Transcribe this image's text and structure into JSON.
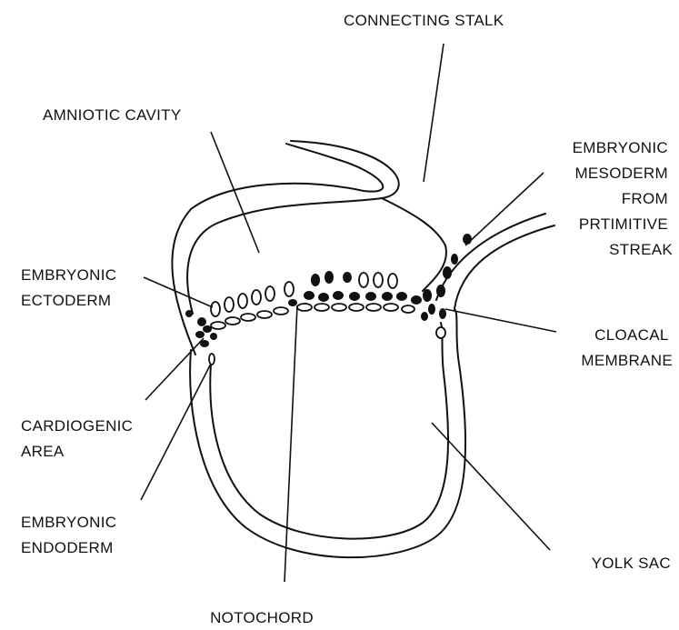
{
  "labels": {
    "connecting_stalk": "CONNECTING STALK",
    "amniotic_cavity": "AMNIOTIC CAVITY",
    "embryonic_mesoderm": [
      "EMBRYONIC",
      "MESODERM",
      "FROM",
      "PRTIMITIVE",
      "STREAK"
    ],
    "embryonic_ectoderm": [
      "EMBRYONIC",
      "ECTODERM"
    ],
    "cloacal_membrane": [
      "CLOACAL",
      "MEMBRANE"
    ],
    "cardiogenic_area": [
      "CARDIOGENIC",
      "AREA"
    ],
    "embryonic_endoderm": [
      "EMBRYONIC",
      "ENDODERM"
    ],
    "yolk_sac": "YOLK SAC",
    "notochord": "NOTOCHORD"
  },
  "colors": {
    "ink": "#111111",
    "background": "#ffffff"
  }
}
